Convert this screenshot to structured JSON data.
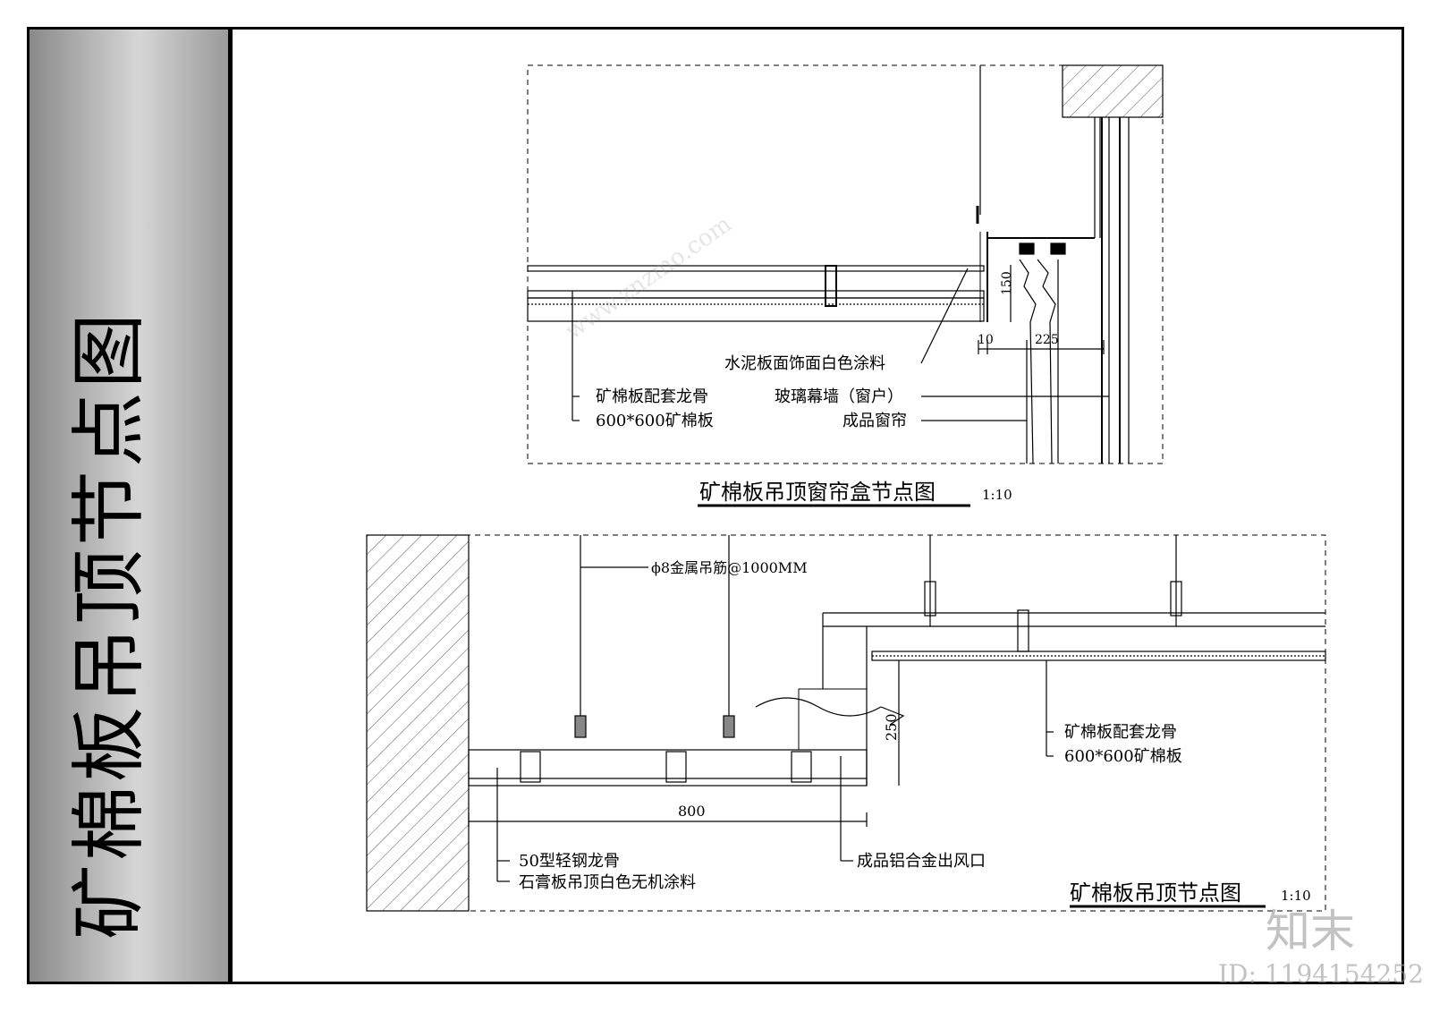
{
  "sheet_title": "矿棉板吊顶节点图",
  "detail_1": {
    "title": "矿棉板吊顶窗帘盒节点图",
    "scale": "1:10",
    "dims": {
      "h150": "150",
      "w10": "10",
      "w225": "225"
    },
    "labels": {
      "cement_board": "水泥板面饰面白色涂料",
      "keel": "矿棉板配套龙骨",
      "glass_wall": "玻璃幕墙（窗户）",
      "panel": "600*600矿棉板",
      "curtain": "成品窗帘"
    }
  },
  "detail_2": {
    "title": "矿棉板吊顶节点图",
    "scale": "1:10",
    "dims": {
      "w800": "800",
      "h250": "250"
    },
    "labels": {
      "hanger": "ϕ8金属吊筋@1000MM",
      "keel": "矿棉板配套龙骨",
      "panel": "600*600矿棉板",
      "steel_keel": "50型轻钢龙骨",
      "gypsum": "石膏板吊顶白色无机涂料",
      "vent": "成品铝合金出风口"
    }
  },
  "watermark": {
    "logo": "知末",
    "id_text": "ID: 1194154252",
    "site": "www.znzmo.com"
  }
}
